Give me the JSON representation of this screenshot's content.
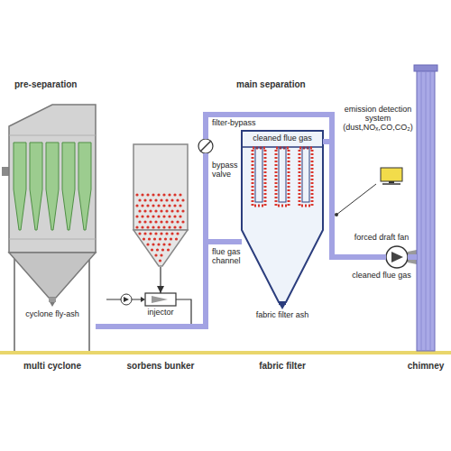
{
  "diagram": {
    "nodes": [
      {
        "text": [
          "cyclone fly-ash",
          "multi cyclone"
        ]
      },
      {
        "text": [
          "sorbens bunker"
        ]
      },
      {
        "text": [
          "injector"
        ]
      },
      {
        "text": [
          "bypass valve"
        ]
      },
      {
        "text": [
          "cleaned flue gas",
          "fabric filter ash",
          "fabric filter"
        ]
      },
      {
        "text": [
          "emission detection system (dust,NOₓ,CO,CO₂)"
        ]
      },
      {
        "text": [
          "forced draft fan",
          "cleaned flue gas"
        ]
      },
      {
        "text": [
          "chimney"
        ]
      }
    ],
    "edges": [
      {
        "from": 1,
        "to": 2,
        "arrow": "to"
      },
      {
        "from": 0,
        "to": 4,
        "label": "flue gas channel",
        "arrow": "none"
      },
      {
        "from": 0,
        "to": 3,
        "arrow": "none"
      },
      {
        "from": 3,
        "to": 6,
        "label": "filter-bypass",
        "arrow": "none"
      },
      {
        "from": 4,
        "to": 6,
        "arrow": "none"
      },
      {
        "from": 6,
        "to": 7,
        "arrow": "none"
      }
    ],
    "labels": [
      "pre-separation",
      "main separation"
    ]
  }
}
